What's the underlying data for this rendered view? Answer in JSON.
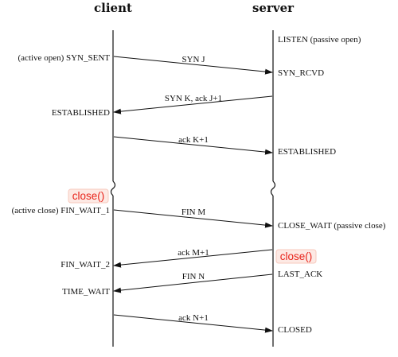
{
  "headers": {
    "client": "client",
    "server": "server"
  },
  "client_states": {
    "syn_sent": "(active open)  SYN_SENT",
    "established": "ESTABLISHED",
    "fin_wait_1": "(active close)  FIN_WAIT_1",
    "fin_wait_2": "FIN_WAIT_2",
    "time_wait": "TIME_WAIT"
  },
  "server_states": {
    "listen": "LISTEN  (passive open)",
    "syn_rcvd": "SYN_RCVD",
    "established": "ESTABLISHED",
    "close_wait": "CLOSE_WAIT  (passive close)",
    "last_ack": "LAST_ACK",
    "closed": "CLOSED"
  },
  "messages": {
    "syn_j": "SYN J",
    "syn_k_ack": "SYN K, ack J+1",
    "ack_k": "ack K+1",
    "fin_m": "FIN M",
    "ack_m": "ack M+1",
    "fin_n": "FIN N",
    "ack_n": "ack N+1"
  },
  "calls": {
    "client_close": "close()",
    "server_close": "close()"
  },
  "colors": {
    "call_text": "#e8231a",
    "call_background": "#fde9e4"
  }
}
